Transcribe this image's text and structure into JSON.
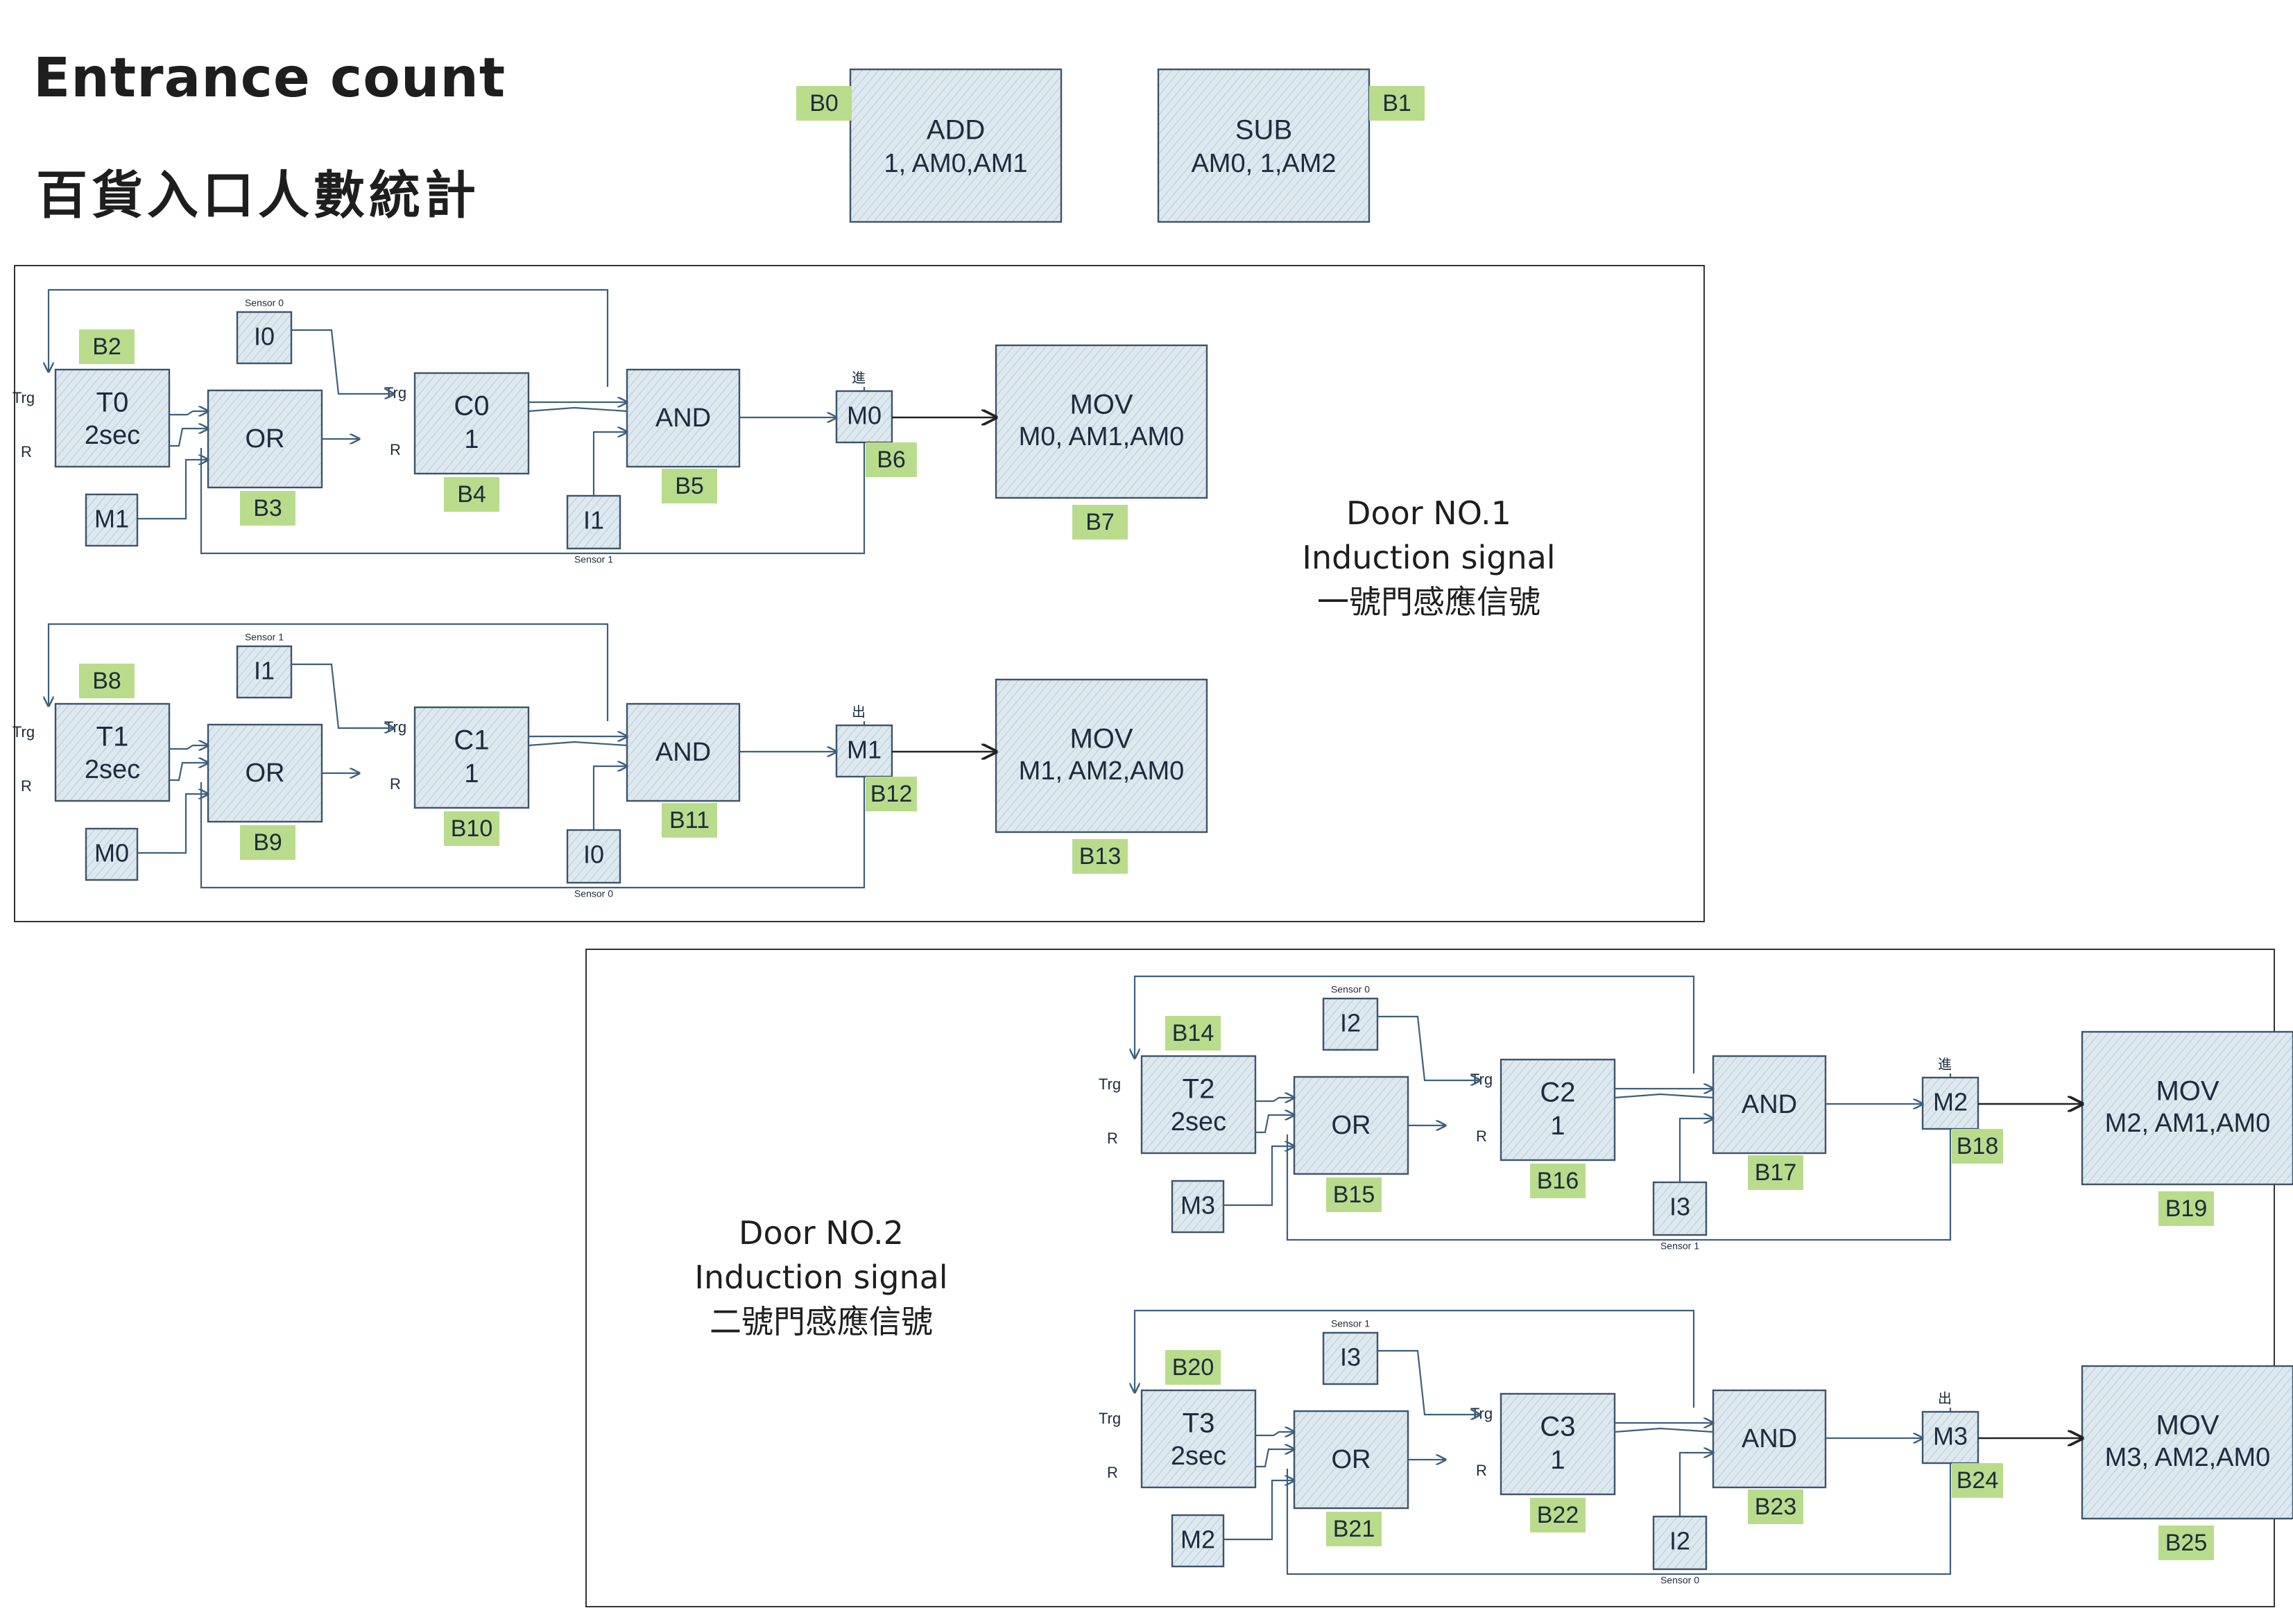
{
  "header": {
    "title": "Entrance count",
    "subtitle": "百貨入口人數統計"
  },
  "ops": {
    "add": {
      "tag": "B0",
      "name": "ADD",
      "args": "1, AM0,AM1"
    },
    "sub": {
      "tag": "B1",
      "name": "SUB",
      "args": "AM0, 1,AM2"
    }
  },
  "doors": [
    {
      "line1": "Door NO.1",
      "line2": "Induction signal",
      "line3": "一號門感應信號"
    },
    {
      "line1": "Door NO.2",
      "line2": "Induction signal",
      "line3": "二號門感應信號"
    }
  ],
  "labels": {
    "trg": "Trg",
    "r": "R",
    "or": "OR",
    "and": "AND",
    "mov": "MOV"
  },
  "circuits": [
    {
      "timer": {
        "name": "T0",
        "value": "2sec",
        "tag": "B2"
      },
      "or_tag": "B3",
      "fb": "M1",
      "sensor_a": {
        "name": "I0",
        "caption": "Sensor 0"
      },
      "counter": {
        "name": "C0",
        "value": "1",
        "tag": "B4"
      },
      "sensor_b": {
        "name": "I1",
        "caption": "Sensor 1"
      },
      "and_tag": "B5",
      "flag": {
        "name": "M0",
        "tag": "B6",
        "caption": "進"
      },
      "mov": {
        "args": "M0, AM1,AM0",
        "tag": "B7"
      }
    },
    {
      "timer": {
        "name": "T1",
        "value": "2sec",
        "tag": "B8"
      },
      "or_tag": "B9",
      "fb": "M0",
      "sensor_a": {
        "name": "I1",
        "caption": "Sensor 1"
      },
      "counter": {
        "name": "C1",
        "value": "1",
        "tag": "B10"
      },
      "sensor_b": {
        "name": "I0",
        "caption": "Sensor 0"
      },
      "and_tag": "B11",
      "flag": {
        "name": "M1",
        "tag": "B12",
        "caption": "出"
      },
      "mov": {
        "args": "M1, AM2,AM0",
        "tag": "B13"
      }
    },
    {
      "timer": {
        "name": "T2",
        "value": "2sec",
        "tag": "B14"
      },
      "or_tag": "B15",
      "fb": "M3",
      "sensor_a": {
        "name": "I2",
        "caption": "Sensor 0"
      },
      "counter": {
        "name": "C2",
        "value": "1",
        "tag": "B16"
      },
      "sensor_b": {
        "name": "I3",
        "caption": "Sensor 1"
      },
      "and_tag": "B17",
      "flag": {
        "name": "M2",
        "tag": "B18",
        "caption": "進"
      },
      "mov": {
        "args": "M2, AM1,AM0",
        "tag": "B19"
      }
    },
    {
      "timer": {
        "name": "T3",
        "value": "2sec",
        "tag": "B20"
      },
      "or_tag": "B21",
      "fb": "M2",
      "sensor_a": {
        "name": "I3",
        "caption": "Sensor 1"
      },
      "counter": {
        "name": "C3",
        "value": "1",
        "tag": "B22"
      },
      "sensor_b": {
        "name": "I2",
        "caption": "Sensor 0"
      },
      "and_tag": "B23",
      "flag": {
        "name": "M3",
        "tag": "B24",
        "caption": "出"
      },
      "mov": {
        "args": "M3, AM2,AM0",
        "tag": "B25"
      }
    }
  ],
  "colors": {
    "block_fill": "#dde8ef",
    "block_stroke": "#3d5468",
    "tag_fill": "#b9dc8c",
    "wire": "#3d5f7d",
    "text": "#1e2b3a"
  }
}
